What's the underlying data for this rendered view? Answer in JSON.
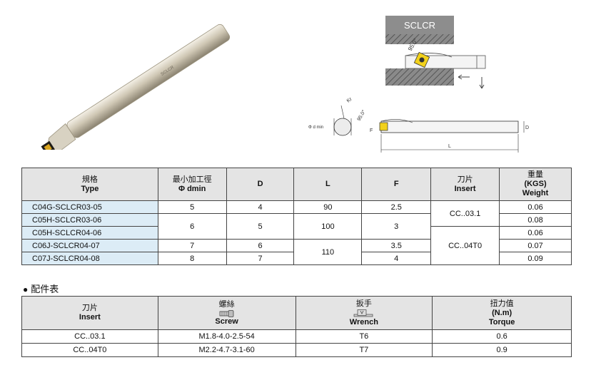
{
  "photo": {
    "engraving": "SCLCR"
  },
  "diagram": {
    "model": "SCLCR",
    "angle": "95.0°",
    "kr_label": "Kr",
    "dmin_label": "Φ d min",
    "dim_angle": "95.0°",
    "f_label": "F",
    "d_label": "D",
    "l_label": "L"
  },
  "spec_table": {
    "headers": [
      {
        "cn": "規格",
        "en": "Type"
      },
      {
        "cn": "最小加工徑",
        "en": "Φ dmin"
      },
      {
        "cn": "",
        "en": "D"
      },
      {
        "cn": "",
        "en": "L"
      },
      {
        "cn": "",
        "en": "F"
      },
      {
        "cn": "刀片",
        "en": "Insert"
      },
      {
        "cn": "重量",
        "en": "(KGS)",
        "en2": "Weight"
      }
    ],
    "rows": [
      {
        "type": "C04G-SCLCR03-05",
        "dmin": "5",
        "D": "4",
        "L": "90",
        "F": "2.5",
        "weight": "0.06"
      },
      {
        "type": "C05H-SCLCR03-06",
        "dmin": "6",
        "D": "5",
        "L": "100",
        "F": "3",
        "weight": "0.08"
      },
      {
        "type": "C05H-SCLCR04-06",
        "dmin": "",
        "D": "",
        "L": "",
        "F": "",
        "weight": "0.06"
      },
      {
        "type": "C06J-SCLCR04-07",
        "dmin": "7",
        "D": "6",
        "L": "110",
        "F": "3.5",
        "weight": "0.07"
      },
      {
        "type": "C07J-SCLCR04-08",
        "dmin": "8",
        "D": "7",
        "L": "",
        "F": "4",
        "weight": "0.09"
      }
    ],
    "inserts": [
      "CC..03.1",
      "CC..04T0"
    ]
  },
  "spare_section": {
    "bullet": "●",
    "title": "配件表"
  },
  "spare_table": {
    "headers": [
      {
        "cn": "刀片",
        "en": "Insert"
      },
      {
        "cn": "螺絲",
        "en": "Screw",
        "icon": "screw-icon"
      },
      {
        "cn": "扳手",
        "en": "Wrench",
        "icon": "wrench-icon"
      },
      {
        "cn": "扭力值",
        "en": "(N.m)",
        "en2": "Torque"
      }
    ],
    "rows": [
      {
        "insert": "CC..03.1",
        "screw": "M1.8-4.0-2.5-54",
        "wrench": "T6",
        "torque": "0.6"
      },
      {
        "insert": "CC..04T0",
        "screw": "M2.2-4.7-3.1-60",
        "wrench": "T7",
        "torque": "0.9"
      }
    ]
  }
}
